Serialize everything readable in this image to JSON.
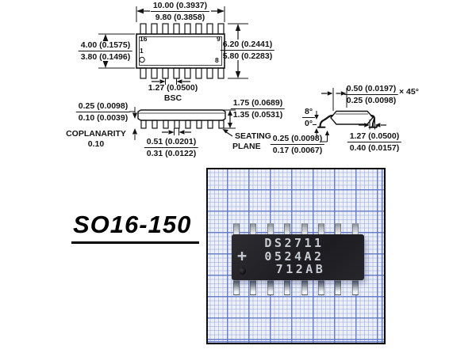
{
  "title_label": "SO16-150",
  "top_view": {
    "pins": {
      "top_left": "16",
      "top_right": "9",
      "bottom_left": "1",
      "bottom_right": "8"
    },
    "width_overall": {
      "max": "10.00 (0.3937)",
      "min": "9.80 (0.3858)"
    },
    "body_height": {
      "max": "4.00 (0.1575)",
      "min": "3.80 (0.1496)"
    },
    "overall_height": {
      "max": "6.20 (0.2441)",
      "min": "5.80 (0.2283)"
    },
    "pitch": {
      "value": "1.27 (0.0500)",
      "note": "BSC"
    }
  },
  "side_view": {
    "standoff": {
      "max": "0.25 (0.0098)",
      "min": "0.10 (0.0039)"
    },
    "coplanarity": {
      "label": "COPLANARITY",
      "value": "0.10"
    },
    "lead_width": {
      "max": "0.51 (0.0201)",
      "min": "0.31 (0.0122)"
    },
    "height": {
      "max": "1.75 (0.0689)",
      "min": "1.35 (0.0531)"
    },
    "seating_plane": {
      "line1": "SEATING",
      "line2": "PLANE"
    }
  },
  "end_view": {
    "chamfer": {
      "max": "0.50 (0.0197)",
      "min": "0.25 (0.0098)",
      "angle": "× 45°"
    },
    "lead_angle": {
      "max": "8°",
      "min": "0°"
    },
    "lead_thickness": {
      "max": "0.25 (0.0098)",
      "min": "0.17 (0.0067)"
    },
    "foot_length": {
      "max": "1.27 (0.0500)",
      "min": "0.40 (0.0157)"
    }
  },
  "photo": {
    "markings": [
      "DS2711",
      "0524A2",
      "712AB"
    ],
    "logo_symbol": "+"
  },
  "colors": {
    "drawing_ink": "#141414",
    "grid_background": "#eef0f8",
    "grid_minor_line": "#96a8dc",
    "grid_major_line": "#5a73c3",
    "chip_body": "#232327",
    "chip_marking_text": "#c7cad2",
    "pin_metal": "#c6c9cf"
  }
}
